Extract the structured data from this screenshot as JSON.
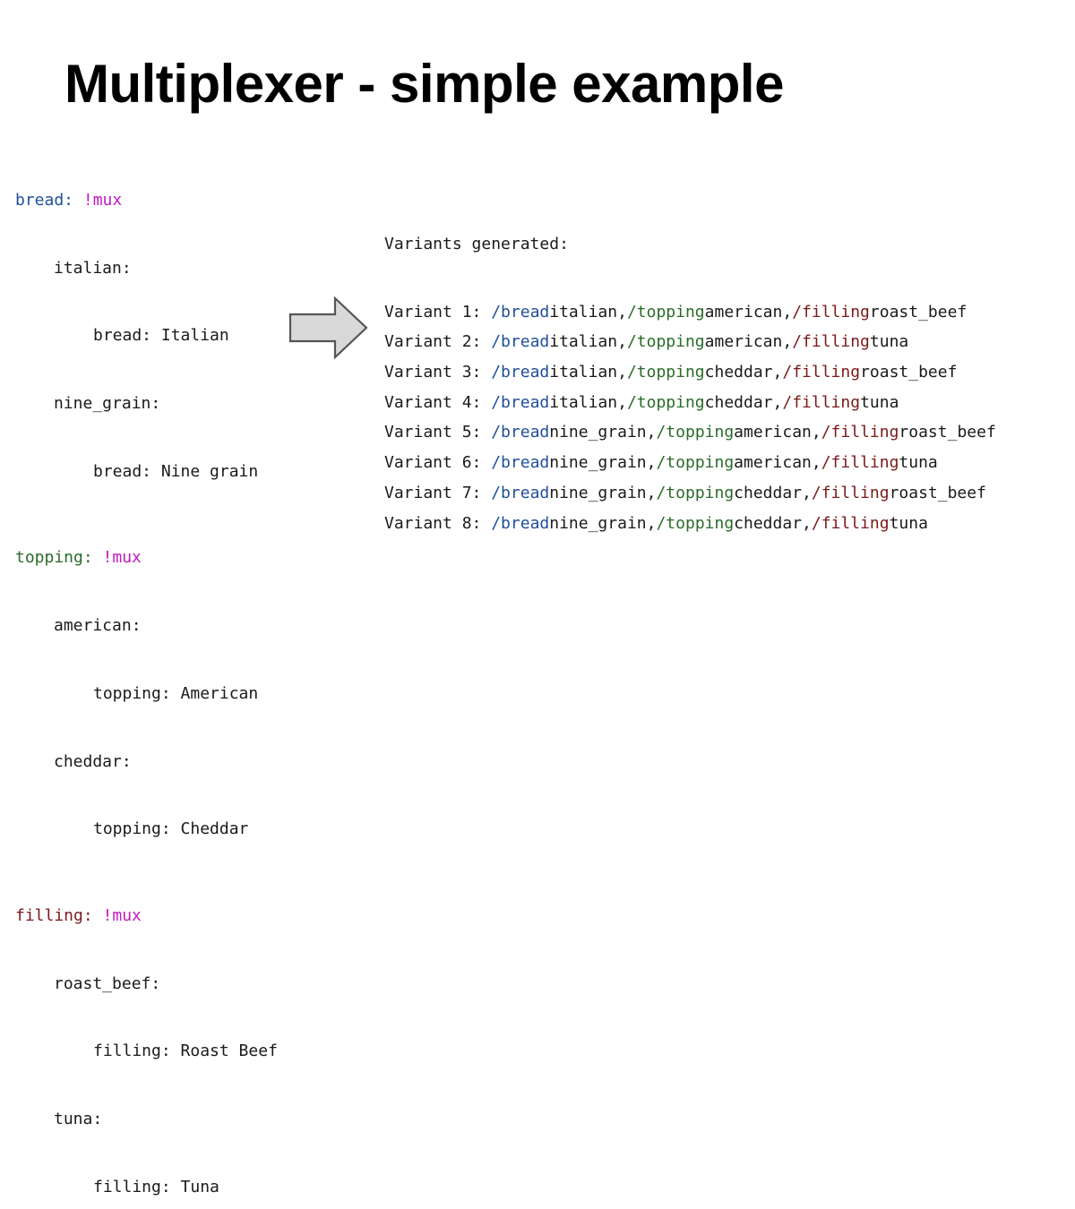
{
  "slide": {
    "title": "Multiplexer - simple example"
  },
  "colors": {
    "bread": "#1f4e9c",
    "topping": "#2a6b2a",
    "filling": "#7a1a1a",
    "mux": "#c21bc2",
    "arrow_fill": "#d9d9d9",
    "arrow_stroke": "#555555"
  },
  "yaml": {
    "bread": {
      "key": "bread:",
      "tag": "!mux",
      "options": [
        {
          "name": "italian:",
          "value": "bread: Italian"
        },
        {
          "name": "nine_grain:",
          "value": "bread: Nine grain"
        }
      ]
    },
    "topping": {
      "key": "topping:",
      "tag": "!mux",
      "options": [
        {
          "name": "american:",
          "value": "topping: American"
        },
        {
          "name": "cheddar:",
          "value": "topping: Cheddar"
        }
      ]
    },
    "filling": {
      "key": "filling:",
      "tag": "!mux",
      "options": [
        {
          "name": "roast_beef:",
          "value": "filling: Roast Beef"
        },
        {
          "name": "tuna:",
          "value": "filling: Tuna"
        }
      ]
    }
  },
  "arrow_icon": "right-arrow-icon",
  "variants": {
    "heading": "Variants generated:",
    "bread_path": "/bread",
    "topping_path": "/topping",
    "filling_path": "/filling",
    "items": [
      {
        "label": "Variant 1:",
        "bread": "italian",
        "topping": "american",
        "filling": "roast_beef"
      },
      {
        "label": "Variant 2:",
        "bread": "italian",
        "topping": "american",
        "filling": "tuna"
      },
      {
        "label": "Variant 3:",
        "bread": "italian",
        "topping": "cheddar",
        "filling": "roast_beef"
      },
      {
        "label": "Variant 4:",
        "bread": "italian",
        "topping": "cheddar",
        "filling": "tuna"
      },
      {
        "label": "Variant 5:",
        "bread": "nine_grain",
        "topping": "american",
        "filling": "roast_beef"
      },
      {
        "label": "Variant 6:",
        "bread": "nine_grain",
        "topping": "american",
        "filling": "tuna"
      },
      {
        "label": "Variant 7:",
        "bread": "nine_grain",
        "topping": "cheddar",
        "filling": "roast_beef"
      },
      {
        "label": "Variant 8:",
        "bread": "nine_grain",
        "topping": "cheddar",
        "filling": "tuna"
      }
    ]
  }
}
